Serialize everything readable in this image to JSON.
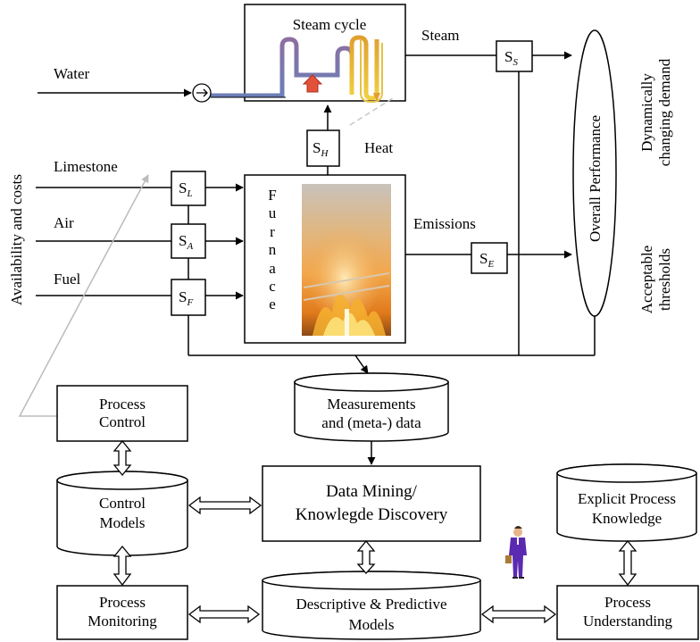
{
  "labels": {
    "steam_cycle": "Steam cycle",
    "water": "Water",
    "steam": "Steam",
    "heat": "Heat",
    "limestone": "Limestone",
    "air": "Air",
    "fuel": "Fuel",
    "emissions": "Emissions",
    "availability": "Availability and costs",
    "furnace_letters": [
      "F",
      "u",
      "r",
      "n",
      "a",
      "c",
      "e"
    ],
    "overall_performance": "Overall Performance",
    "dynamic_demand_1": "Dynamically",
    "dynamic_demand_2": "changing demand",
    "acceptable_1": "Acceptable",
    "acceptable_2": "thresholds"
  },
  "sensors": {
    "s_main": "S",
    "steam_sub": "S",
    "heat_sub": "H",
    "limestone_sub": "L",
    "air_sub": "A",
    "fuel_sub": "F",
    "emissions_sub": "E"
  },
  "blocks": {
    "measurements_1": "Measurements",
    "measurements_2": "and (meta-) data",
    "process_control_1": "Process",
    "process_control_2": "Control",
    "control_models_1": "Control",
    "control_models_2": "Models",
    "data_mining_1": "Data Mining/",
    "data_mining_2": "Knowlegde Discovery",
    "explicit_1": "Explicit  Process",
    "explicit_2": "Knowledge",
    "process_monitoring_1": "Process",
    "process_monitoring_2": "Monitoring",
    "descriptive_1": "Descriptive & Predictive",
    "descriptive_2": "Models",
    "understanding_1": "Process",
    "understanding_2": "Understanding"
  }
}
